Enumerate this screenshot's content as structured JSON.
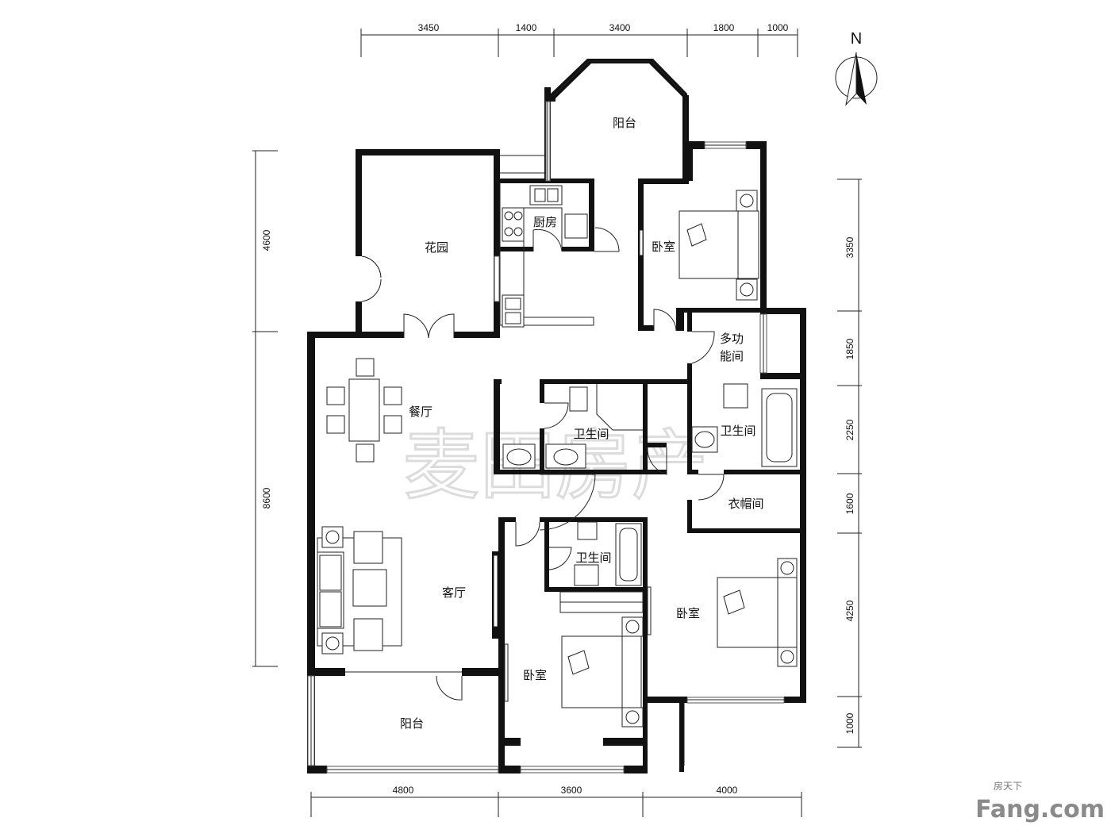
{
  "plan": {
    "north_label": "N",
    "rooms": {
      "balcony_north": "阳台",
      "garden": "花园",
      "kitchen": "厨房",
      "bedroom_north": "卧室",
      "multi_line1": "多功",
      "multi_line2": "能间",
      "dining": "餐厅",
      "bath_center": "卫生间",
      "bath_right": "卫生间",
      "cloakroom": "衣帽间",
      "bath_small": "卫生间",
      "living": "客厅",
      "bedroom_east": "卧室",
      "bedroom_center": "卧室",
      "balcony_south": "阳台"
    },
    "dims_top": [
      "3450",
      "1400",
      "3400",
      "1800",
      "1000"
    ],
    "dims_bottom": [
      "4800",
      "3600",
      "4000"
    ],
    "dims_left": [
      "4600",
      "8600"
    ],
    "dims_right": [
      "3350",
      "1850",
      "2250",
      "1600",
      "4250",
      "1000"
    ],
    "watermark": "麦田房产",
    "brand": {
      "top": "房天下",
      "main": "Fang.com"
    }
  }
}
